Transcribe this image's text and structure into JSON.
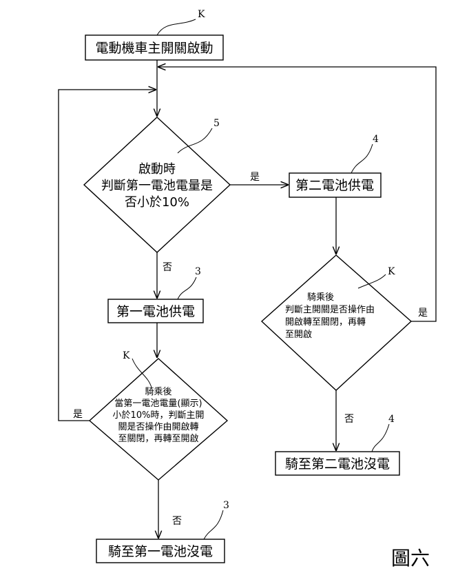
{
  "figure_label": "圖六",
  "nodes": {
    "start": {
      "label": "電動機車主開關啟動",
      "ref": "K"
    },
    "decision1": {
      "lines": [
        "啟動時",
        "判斷第一電池電量是",
        "否小於10%"
      ],
      "ref": "5"
    },
    "battery2_supply": {
      "label": "第二電池供電",
      "ref": "4"
    },
    "battery1_supply": {
      "label": "第一電池供電",
      "ref": "3"
    },
    "decision2": {
      "lines": [
        "騎乘後",
        "當第一電池電量(顯示)",
        "小於10%時，判斷主開",
        "關是否操作由開啟轉",
        "至關閉，再轉至開啟"
      ],
      "ref": "K"
    },
    "decision3": {
      "lines": [
        "騎乘後",
        "判斷主開關是否操作由",
        "開啟轉至關閉，再轉",
        "至開啟"
      ],
      "ref": "K"
    },
    "battery1_empty": {
      "label": "騎至第一電池沒電",
      "ref": "3"
    },
    "battery2_empty": {
      "label": "騎至第二電池沒電",
      "ref": "4"
    }
  },
  "edges": {
    "d1_yes": "是",
    "d1_no": "否",
    "d2_yes": "是",
    "d2_no": "否",
    "d3_yes": "是",
    "d3_no": "否"
  }
}
